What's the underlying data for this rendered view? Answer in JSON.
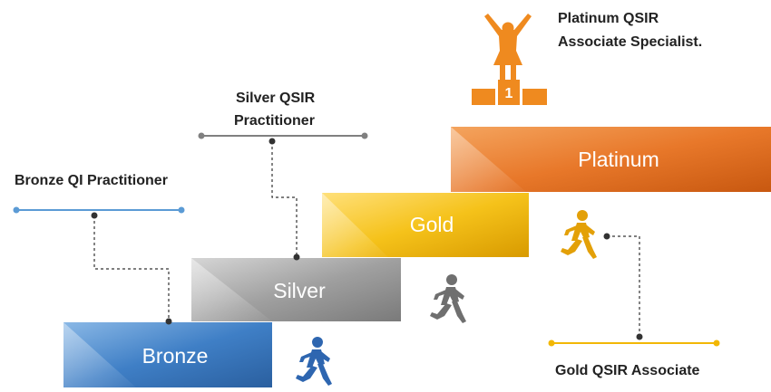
{
  "steps": {
    "bronze": "Bronze",
    "silver": "Silver",
    "gold": "Gold",
    "platinum": "Platinum"
  },
  "titles": {
    "bronze": "Bronze QI Practitioner",
    "silver_line1": "Silver QSIR",
    "silver_line2": "Practitioner",
    "gold": "Gold QSIR Associate",
    "platinum_line1": "Platinum QSIR",
    "platinum_line2": "Associate Specialist."
  },
  "podium": {
    "first_place": "1"
  },
  "colors": {
    "bronze": "#2f6fb8",
    "silver": "#8c8c8c",
    "gold": "#e0a800",
    "platinum": "#e06a1c",
    "bronze_line": "#5b9bd5",
    "silver_line": "#808080",
    "gold_line": "#f2b705"
  },
  "icons": {
    "runners": "running-person-icon",
    "winner": "trophy-winner-icon"
  }
}
